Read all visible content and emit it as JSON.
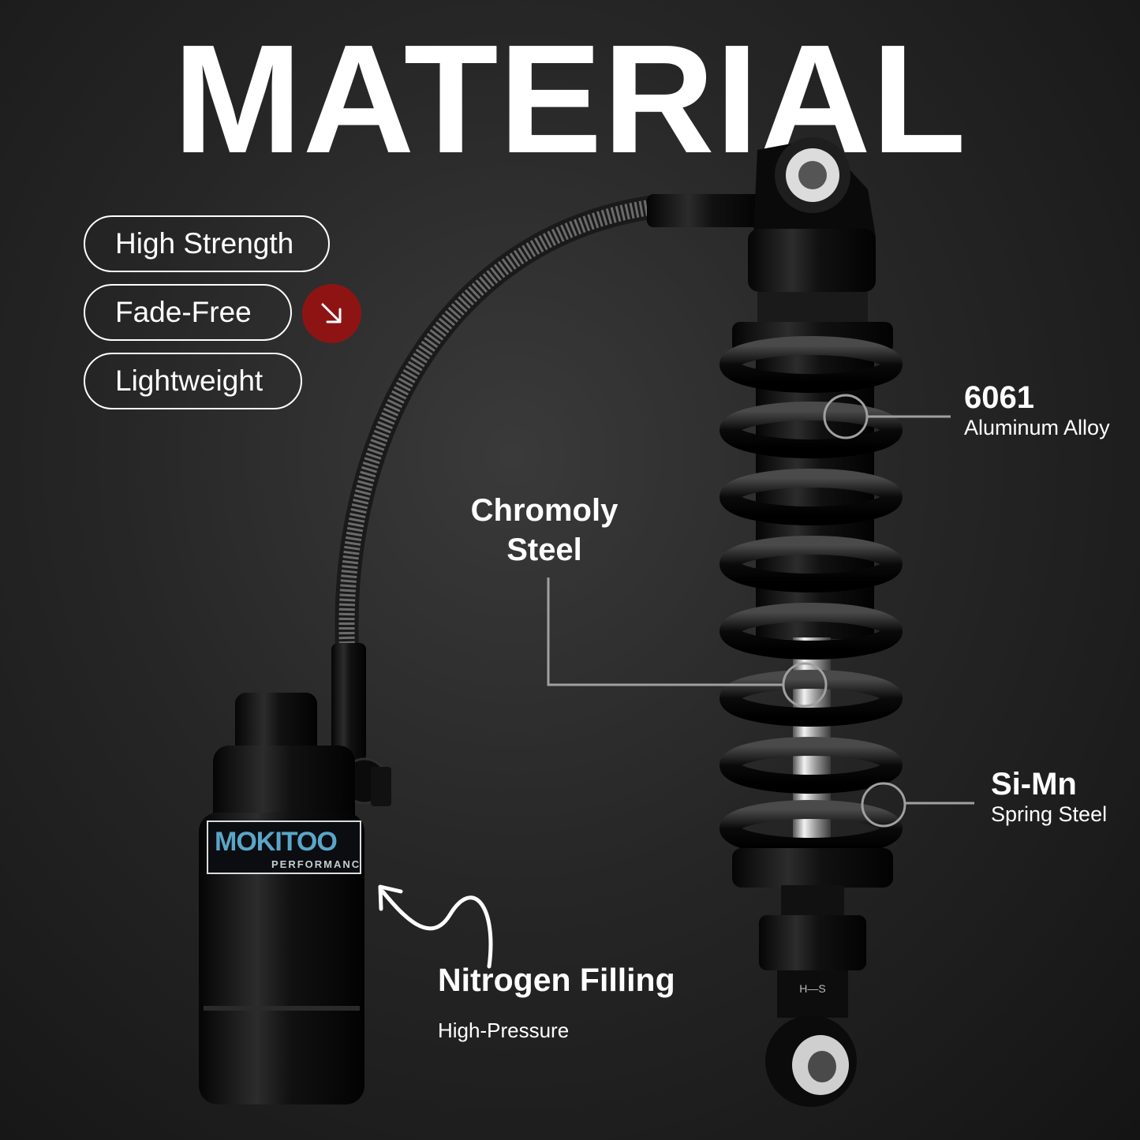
{
  "headline": "MATERIAL",
  "features": [
    {
      "label": "High Strength"
    },
    {
      "label": "Fade-Free"
    },
    {
      "label": "Lightweight"
    }
  ],
  "callouts": {
    "aluminum": {
      "title": "6061",
      "subtitle": "Aluminum Alloy"
    },
    "chromoly": {
      "line1": "Chromoly",
      "line2": "Steel"
    },
    "spring": {
      "title": "Si-Mn",
      "subtitle": "Spring Steel"
    },
    "nitrogen": {
      "title": "Nitrogen Filling",
      "subtitle": "High-Pressure"
    }
  },
  "logo": {
    "brand": "MOKITOO",
    "sub": "PERFORMANCE"
  },
  "colors": {
    "accent_red": "#8e1414",
    "text": "#ffffff",
    "leader_line": "#9a9a9a"
  },
  "icons": [
    "arrow-down-right-icon",
    "curved-arrow-icon"
  ]
}
